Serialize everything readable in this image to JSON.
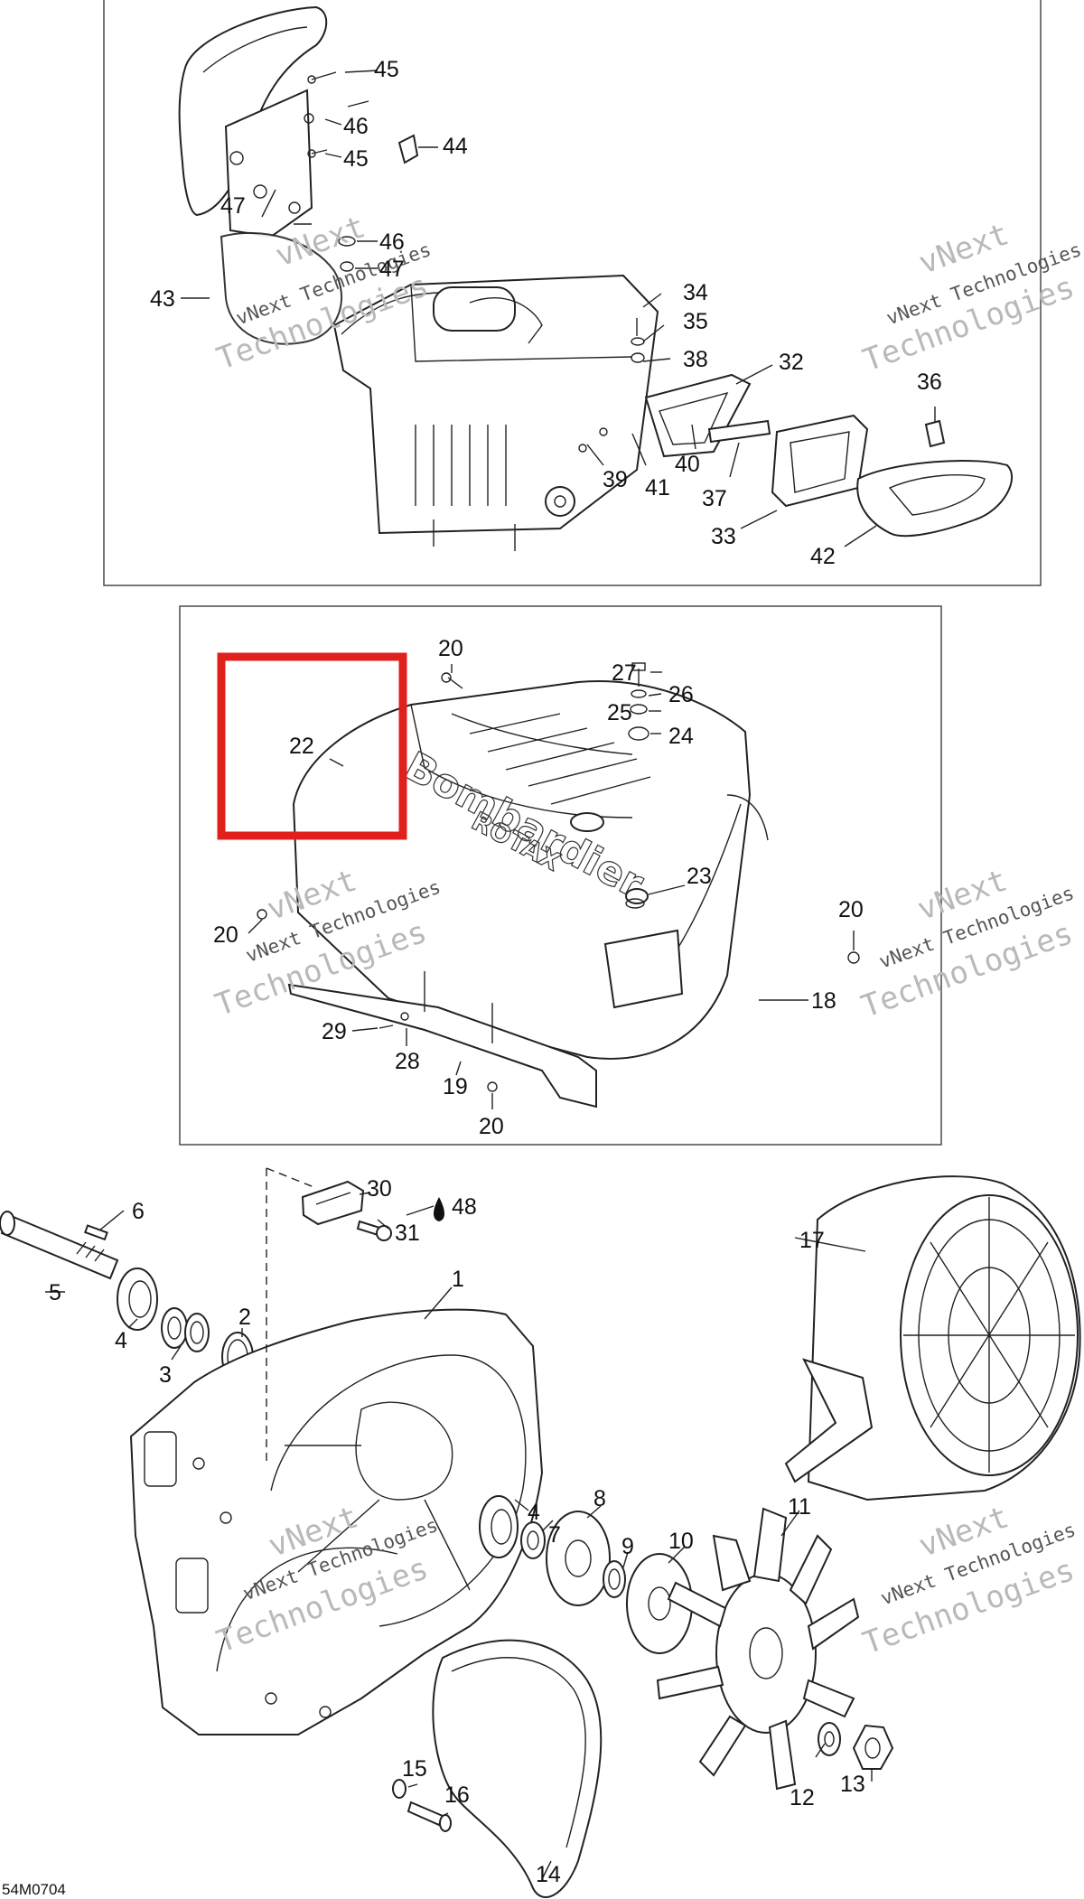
{
  "diagram": {
    "code": "54M0704",
    "highlight_color": "#e0201c",
    "watermark_lines": [
      "vNext",
      "vNext Technologies",
      "Technologies"
    ],
    "brand_text": [
      "Bombardier",
      "ROTAX"
    ],
    "labels": [
      {
        "id": "l45a",
        "text": "45"
      },
      {
        "id": "l46a",
        "text": "46"
      },
      {
        "id": "l45b",
        "text": "45"
      },
      {
        "id": "l44",
        "text": "44"
      },
      {
        "id": "l47a",
        "text": "47"
      },
      {
        "id": "l46b",
        "text": "46"
      },
      {
        "id": "l47b",
        "text": "47"
      },
      {
        "id": "l43",
        "text": "43"
      },
      {
        "id": "l34",
        "text": "34"
      },
      {
        "id": "l35",
        "text": "35"
      },
      {
        "id": "l38",
        "text": "38"
      },
      {
        "id": "l32",
        "text": "32"
      },
      {
        "id": "l36",
        "text": "36"
      },
      {
        "id": "l40",
        "text": "40"
      },
      {
        "id": "l39",
        "text": "39"
      },
      {
        "id": "l41",
        "text": "41"
      },
      {
        "id": "l37",
        "text": "37"
      },
      {
        "id": "l33",
        "text": "33"
      },
      {
        "id": "l42",
        "text": "42"
      },
      {
        "id": "l20a",
        "text": "20"
      },
      {
        "id": "l27",
        "text": "27"
      },
      {
        "id": "l26",
        "text": "26"
      },
      {
        "id": "l25",
        "text": "25"
      },
      {
        "id": "l24",
        "text": "24"
      },
      {
        "id": "l22",
        "text": "22"
      },
      {
        "id": "l23",
        "text": "23"
      },
      {
        "id": "l20b",
        "text": "20"
      },
      {
        "id": "l20c",
        "text": "20"
      },
      {
        "id": "l18",
        "text": "18"
      },
      {
        "id": "l29",
        "text": "29"
      },
      {
        "id": "l28",
        "text": "28"
      },
      {
        "id": "l19",
        "text": "19"
      },
      {
        "id": "l20d",
        "text": "20"
      },
      {
        "id": "l30",
        "text": "30"
      },
      {
        "id": "l48",
        "text": "48"
      },
      {
        "id": "l31",
        "text": "31"
      },
      {
        "id": "l6",
        "text": "6"
      },
      {
        "id": "l5",
        "text": "5"
      },
      {
        "id": "l4a",
        "text": "4"
      },
      {
        "id": "l3",
        "text": "3"
      },
      {
        "id": "l2",
        "text": "2"
      },
      {
        "id": "l1",
        "text": "1"
      },
      {
        "id": "l17",
        "text": "17"
      },
      {
        "id": "l4b",
        "text": "4"
      },
      {
        "id": "l7",
        "text": "7"
      },
      {
        "id": "l8",
        "text": "8"
      },
      {
        "id": "l9",
        "text": "9"
      },
      {
        "id": "l10",
        "text": "10"
      },
      {
        "id": "l11",
        "text": "11"
      },
      {
        "id": "l15",
        "text": "15"
      },
      {
        "id": "l16",
        "text": "16"
      },
      {
        "id": "l12",
        "text": "12"
      },
      {
        "id": "l13",
        "text": "13"
      },
      {
        "id": "l14",
        "text": "14"
      }
    ]
  }
}
